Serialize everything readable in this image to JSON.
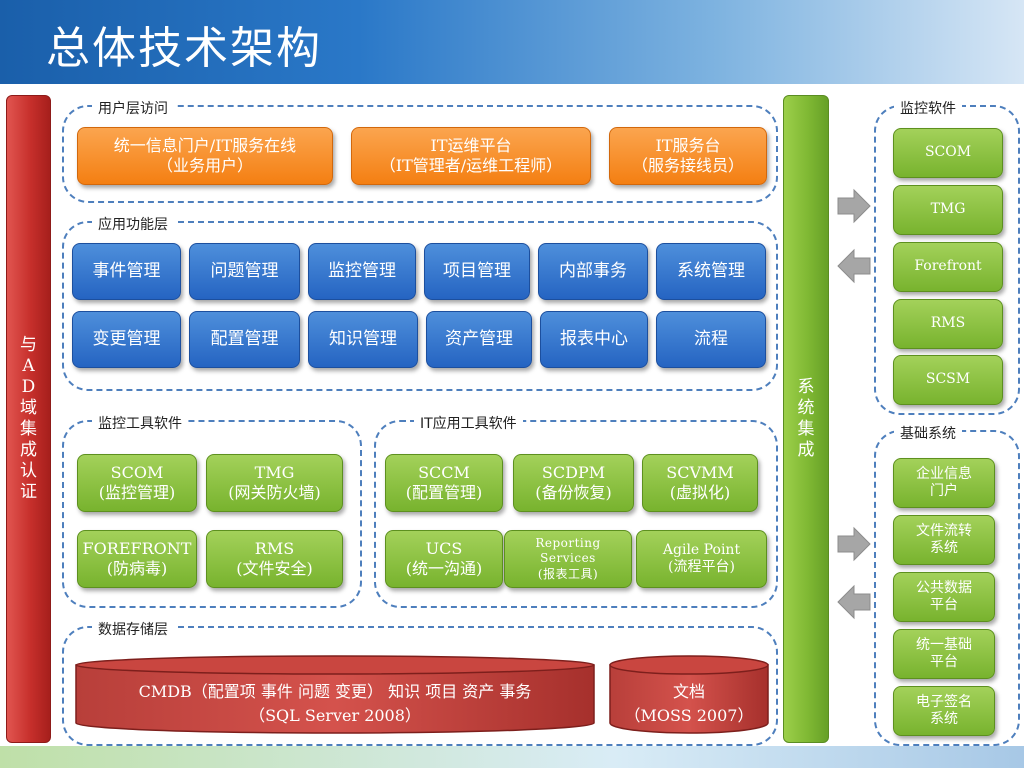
{
  "title": "总体技术架构",
  "left_pillar": "与AD域集成认证",
  "center_pillar": "系统集成",
  "groups": {
    "user_access": "用户层访问",
    "app_function": "应用功能层",
    "monitor_tools": "监控工具软件",
    "it_tools": "IT应用工具软件",
    "data_storage": "数据存储层",
    "monitor_software": "监控软件",
    "base_system": "基础系统"
  },
  "user_access_boxes": [
    {
      "line1": "统一信息门户/IT服务在线",
      "line2": "（业务用户）"
    },
    {
      "line1": "IT运维平台",
      "line2": "（IT管理者/运维工程师）"
    },
    {
      "line1": "IT服务台",
      "line2": "（服务接线员）"
    }
  ],
  "app_functions_row1": [
    "事件管理",
    "问题管理",
    "监控管理",
    "项目管理",
    "内部事务",
    "系统管理"
  ],
  "app_functions_row2": [
    "变更管理",
    "配置管理",
    "知识管理",
    "资产管理",
    "报表中心",
    "流程"
  ],
  "monitor_tools": [
    {
      "line1": "SCOM",
      "line2": "(监控管理)"
    },
    {
      "line1": "TMG",
      "line2": "(网关防火墙)"
    },
    {
      "line1": "FOREFRONT",
      "line2": "(防病毒)"
    },
    {
      "line1": "RMS",
      "line2": "(文件安全)"
    }
  ],
  "it_tools": [
    {
      "line1": "SCCM",
      "line2": "(配置管理)"
    },
    {
      "line1": "SCDPM",
      "line2": "(备份恢复)"
    },
    {
      "line1": "SCVMM",
      "line2": "(虚拟化)"
    },
    {
      "line1": "UCS",
      "line2": "(统一沟通)"
    },
    {
      "line1": "Reporting",
      "line2": "Services",
      "line3": "(报表工具)"
    },
    {
      "line1": "Agile Point",
      "line2": "(流程平台)"
    }
  ],
  "storage": {
    "cmdb_line1": "CMDB（配置项 事件 问题 变更） 知识 项目 资产 事务",
    "cmdb_line2": "（SQL Server 2008）",
    "doc_line1": "文档",
    "doc_line2": "（MOSS 2007）"
  },
  "monitor_software": [
    "SCOM",
    "TMG",
    "Forefront",
    "RMS",
    "SCSM"
  ],
  "base_system": [
    {
      "line1": "企业信息",
      "line2": "门户"
    },
    {
      "line1": "文件流转",
      "line2": "系统"
    },
    {
      "line1": "公共数据",
      "line2": "平台"
    },
    {
      "line1": "统一基础",
      "line2": "平台"
    },
    {
      "line1": "电子签名",
      "line2": "系统"
    }
  ],
  "colors": {
    "header_blue": "#1a5faa",
    "orange": "#f47f12",
    "blue": "#2564c2",
    "green": "#78b32e",
    "red": "#c62f2b",
    "dashed_border": "#4e7fbd",
    "arrow_gray": "#a6a6a6"
  }
}
